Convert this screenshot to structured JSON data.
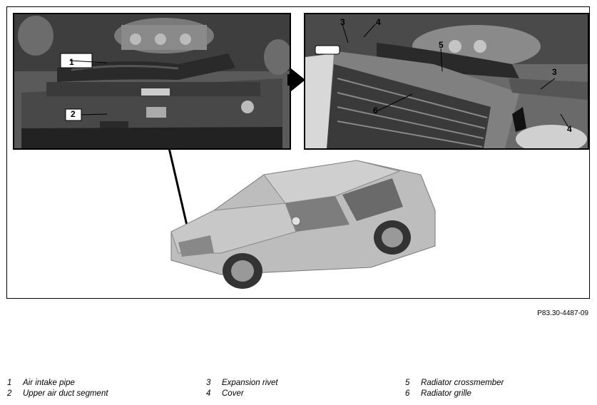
{
  "callouts": [
    "1",
    "2",
    "3",
    "4",
    "5",
    "6"
  ],
  "reference_code": "P83.30-4487-09",
  "legend": [
    {
      "num": "1",
      "text": "Air intake pipe"
    },
    {
      "num": "2",
      "text": "Upper air duct segment"
    },
    {
      "num": "3",
      "text": "Expansion rivet"
    },
    {
      "num": "4",
      "text": "Cover"
    },
    {
      "num": "5",
      "text": "Radiator crossmember"
    },
    {
      "num": "6",
      "text": "Radiator grille"
    }
  ]
}
